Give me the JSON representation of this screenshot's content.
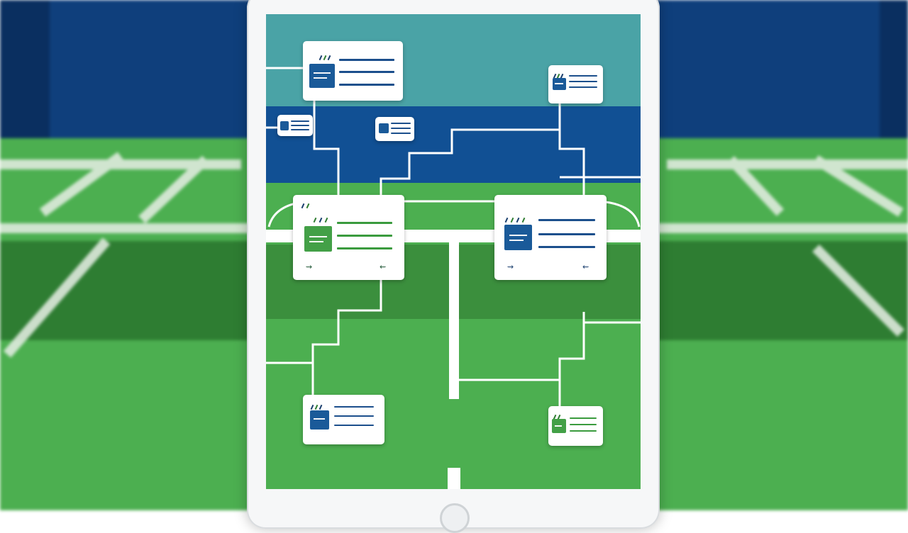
{
  "colors": {
    "bg_wall": "#0f3f7c",
    "bg_grass": "#4caf50",
    "bg_grass_dark": "#2e7d32",
    "screen_teal": "#4aa3a6",
    "screen_navy": "#115094",
    "screen_green": "#4caf50",
    "screen_green_dark": "#3b8f3d",
    "connector": "#ffffff",
    "card_accent_blue": "#1a5a99",
    "card_accent_green": "#43a047",
    "card_text_line_blue": "#1c4f8c",
    "card_text_line_green": "#3a9b3e"
  },
  "device": {
    "type": "tablet",
    "home_button": true
  },
  "cards": [
    {
      "id": "card-top-left",
      "accent": "blue",
      "icon": "thumbnail-icon",
      "footer": false
    },
    {
      "id": "card-top-right",
      "accent": "blue",
      "icon": "thumbnail-icon",
      "footer": false
    },
    {
      "id": "card-small-left",
      "accent": "blue",
      "icon": "thumbnail-icon",
      "footer": false
    },
    {
      "id": "card-small-middle",
      "accent": "blue",
      "icon": "thumbnail-icon",
      "footer": false
    },
    {
      "id": "card-mid-left",
      "accent": "green",
      "icon": "thumbnail-icon",
      "footer": true,
      "footer_icons": [
        "link-icon",
        "link-icon"
      ]
    },
    {
      "id": "card-mid-right",
      "accent": "blue",
      "icon": "thumbnail-icon",
      "footer": true,
      "footer_icons": [
        "link-icon",
        "link-icon"
      ]
    },
    {
      "id": "card-bottom-left",
      "accent": "blue",
      "icon": "thumbnail-icon",
      "footer": false
    },
    {
      "id": "card-bottom-right",
      "accent": "green",
      "icon": "thumbnail-icon",
      "footer": false
    }
  ]
}
